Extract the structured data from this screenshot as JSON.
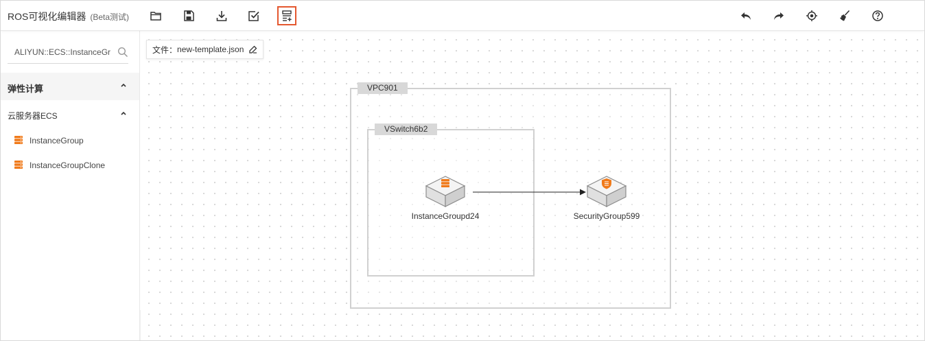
{
  "header": {
    "title": "ROS可视化编辑器",
    "subtitle": "(Beta测试)",
    "tools_left": [
      "open-folder-icon",
      "save-icon",
      "download-icon",
      "validate-icon",
      "add-template-icon"
    ],
    "tools_right": [
      "undo-icon",
      "redo-icon",
      "locate-icon",
      "clear-icon",
      "help-icon"
    ],
    "highlight_color": "#e4572e"
  },
  "sidebar": {
    "search": {
      "value": "ALIYUN::ECS::InstanceGro",
      "placeholder": ""
    },
    "category": {
      "label": "弹性计算",
      "expanded": true
    },
    "subcategory": {
      "label": "云服务器ECS",
      "expanded": true
    },
    "items": [
      {
        "label": "InstanceGroup",
        "icon": "server-stack-icon"
      },
      {
        "label": "InstanceGroupClone",
        "icon": "server-stack-icon"
      }
    ],
    "accent_color": "#f07a1a"
  },
  "canvas": {
    "file": {
      "prefix": "文件：",
      "name": "new-template.json"
    },
    "groups": [
      {
        "label": "VPC901"
      },
      {
        "label": "VSwitch6b2"
      }
    ],
    "nodes": [
      {
        "label": "InstanceGroupd24",
        "icon": "instance-group-icon"
      },
      {
        "label": "SecurityGroup599",
        "icon": "security-group-icon"
      }
    ]
  }
}
